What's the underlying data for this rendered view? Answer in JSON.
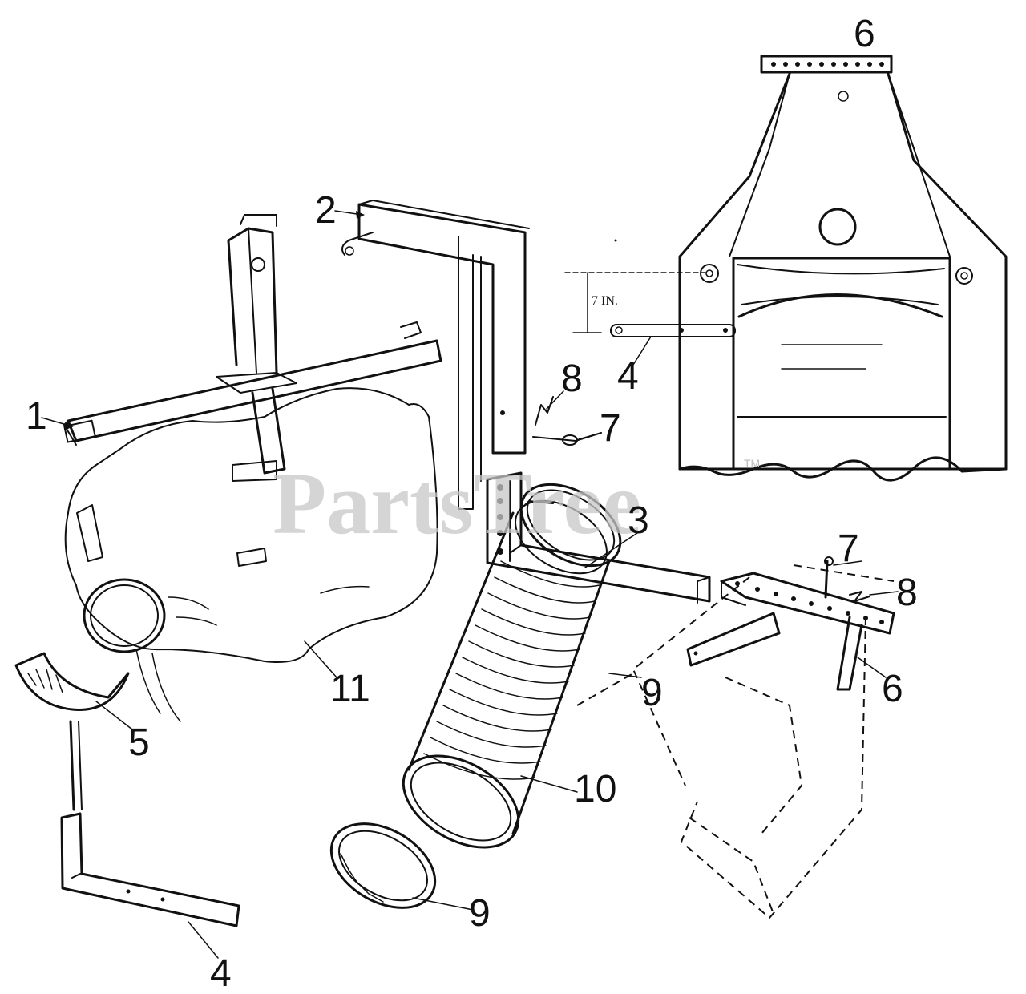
{
  "watermark": {
    "text": "PartsTree",
    "trademark": "TM"
  },
  "dimension": {
    "label": "7 IN."
  },
  "callouts": [
    {
      "id": "c6-top",
      "label": "6"
    },
    {
      "id": "c2",
      "label": "2"
    },
    {
      "id": "c1",
      "label": "1"
    },
    {
      "id": "c8-upper",
      "label": "8"
    },
    {
      "id": "c7-upper",
      "label": "7"
    },
    {
      "id": "c4-upper",
      "label": "4"
    },
    {
      "id": "c3",
      "label": "3"
    },
    {
      "id": "c7-lower",
      "label": "7"
    },
    {
      "id": "c8-lower",
      "label": "8"
    },
    {
      "id": "c11",
      "label": "11"
    },
    {
      "id": "c5",
      "label": "5"
    },
    {
      "id": "c9-upper",
      "label": "9"
    },
    {
      "id": "c6-lower",
      "label": "6"
    },
    {
      "id": "c10",
      "label": "10"
    },
    {
      "id": "c9-lower",
      "label": "9"
    },
    {
      "id": "c4-lower",
      "label": "4"
    }
  ]
}
